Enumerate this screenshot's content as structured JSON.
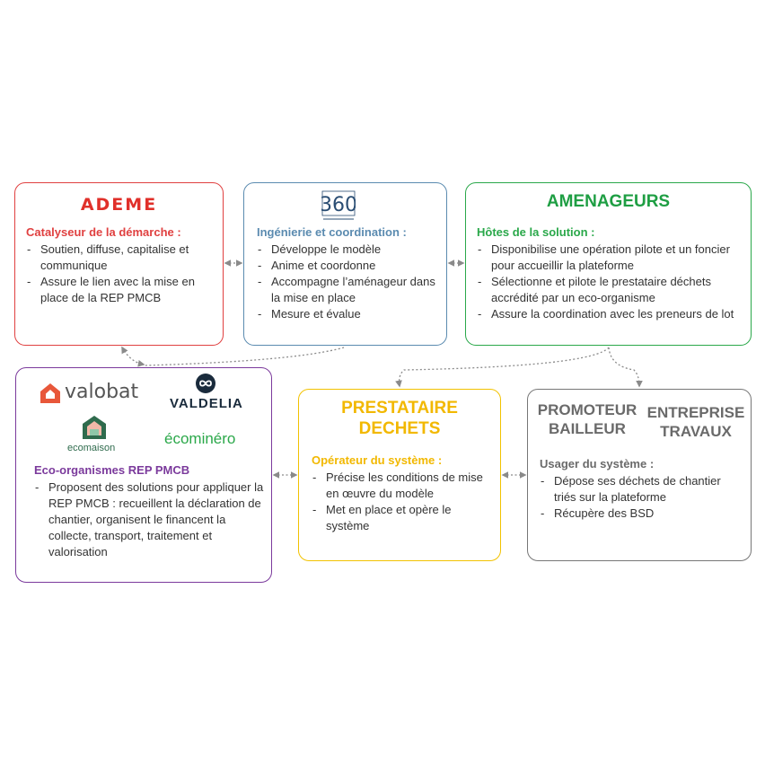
{
  "ademe": {
    "logo": "ADEME",
    "heading": "Catalyseur de la démarche :",
    "items": [
      "Soutien, diffuse, capitalise et communique",
      "Assure le lien avec la mise en place de la REP PMCB"
    ],
    "color": "#e04040"
  },
  "ingenierie": {
    "logo": "360",
    "heading": "Ingénierie et coordination :",
    "items": [
      "Développe le modèle",
      "Anime et coordonne",
      "Accompagne l’aménageur dans la mise en place",
      "Mesure et évalue"
    ],
    "color": "#5b8bb0"
  },
  "amenageurs": {
    "title": "AMENAGEURS",
    "heading": "Hôtes de la solution :",
    "items": [
      "Disponibilise une opération pilote et un foncier pour accueillir la plateforme",
      "Sélectionne et pilote le prestataire déchets accrédité par un eco-organisme",
      "Assure la coordination avec les preneurs de lot"
    ],
    "color": "#2aa84a"
  },
  "eco_organismes": {
    "logos": {
      "valobat": "valobat",
      "valdelia": "VALDELIA",
      "ecomaison": "ecomaison",
      "ecominero": "écominéro"
    },
    "heading": "Eco-organismes REP PMCB",
    "items": [
      "Proposent des solutions pour appliquer la REP PMCB : recueillent la déclaration de chantier, organisent le financent la collecte, transport, traitement et valorisation"
    ],
    "color": "#7b3a9c"
  },
  "prestataire": {
    "title_line1": "PRESTATAIRE",
    "title_line2": "DECHETS",
    "heading": "Opérateur du système :",
    "items": [
      "Précise les conditions de mise en œuvre du modèle",
      "Met en place et opère le système"
    ],
    "color": "#f2c200"
  },
  "usagers": {
    "promoteur_line1": "PROMOTEUR",
    "promoteur_line2": "BAILLEUR",
    "entreprise_line1": "ENTREPRISE",
    "entreprise_line2": "TRAVAUX",
    "heading": "Usager du système :",
    "items": [
      "Dépose ses déchets de chantier triés sur la plateforme",
      "Récupère des BSD"
    ],
    "color": "#777777"
  }
}
